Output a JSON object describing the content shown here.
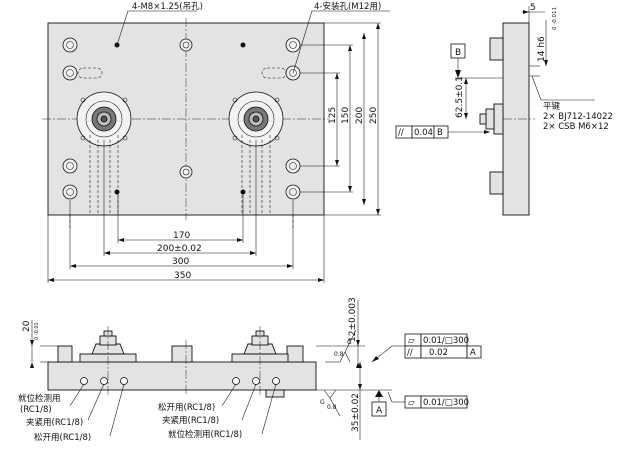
{
  "top_view": {
    "hole_callout_m8": "4-M8×1.25(吊孔)",
    "hole_callout_m12": "4-安装孔(M12用)",
    "dim_170": "170",
    "dim_200": "200±0.02",
    "dim_300": "300",
    "dim_350": "350",
    "dim_125": "125",
    "dim_150": "150",
    "dim_200v": "200",
    "dim_250": "250"
  },
  "side_view": {
    "dim_5": "5",
    "dim_14": "14 h6",
    "dim_14_tol": "0 -0.011",
    "dim_62_5": "62.5±0.1",
    "datum_b": "B",
    "gtol_parallel": "//",
    "gtol_value": "0.04",
    "gtol_ref": "B",
    "key_label_1": "平键",
    "key_label_2": "2× BJ712-14022",
    "key_label_3": "2× CSB M6×12"
  },
  "front_view": {
    "dim_20": "20",
    "dim_20_tol": "0 -0.01",
    "dim_12": "12±0.003",
    "dim_35": "35±0.02",
    "surface_08": "0.8",
    "surface_08b": "0.8",
    "surface_g": "G",
    "surface_g2": "G",
    "datum_a": "A",
    "fcf1_sym": "▱",
    "fcf1_val": "0.01/□300",
    "fcf2_sym": "//",
    "fcf2_val": "0.02",
    "fcf2_ref": "A",
    "fcf3_sym": "▱",
    "fcf3_val": "0.01/□300",
    "left_port_1": "就位检测用",
    "left_port_1b": "(RC1/8)",
    "left_port_2": "夹紧用(RC1/8)",
    "left_port_3": "松开用(RC1/8)",
    "right_port_1": "松开用(RC1/8)",
    "right_port_2": "夹紧用(RC1/8)",
    "right_port_3": "就位检测用(RC1/8)"
  }
}
